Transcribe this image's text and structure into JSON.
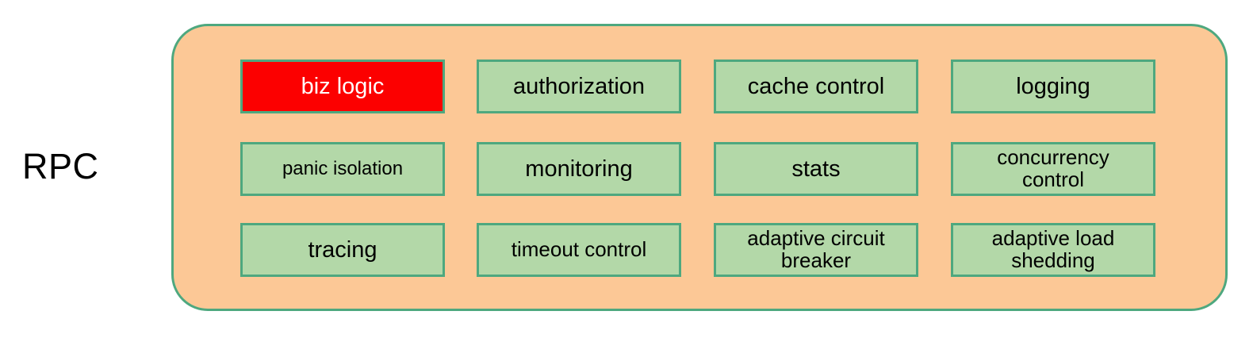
{
  "diagram": {
    "caption": "RPC",
    "container": {
      "fill_color": "#fcc896",
      "border_color": "#4ea87f"
    },
    "box_style": {
      "fill_color": "#b3d8a8",
      "border_color": "#4ea87f",
      "text_color": "#000000",
      "highlight_fill_color": "#fc0000",
      "highlight_text_color": "#ffffff"
    },
    "rows": [
      {
        "boxes": [
          {
            "label": "biz logic",
            "highlighted": true,
            "size": "lg"
          },
          {
            "label": "authorization",
            "highlighted": false,
            "size": "lg"
          },
          {
            "label": "cache control",
            "highlighted": false,
            "size": "lg"
          },
          {
            "label": "logging",
            "highlighted": false,
            "size": "lg"
          }
        ]
      },
      {
        "boxes": [
          {
            "label": "panic isolation",
            "highlighted": false,
            "size": "sm"
          },
          {
            "label": "monitoring",
            "highlighted": false,
            "size": "lg"
          },
          {
            "label": "stats",
            "highlighted": false,
            "size": "lg"
          },
          {
            "label": "concurrency\ncontrol",
            "highlighted": false,
            "size": "md"
          }
        ]
      },
      {
        "boxes": [
          {
            "label": "tracing",
            "highlighted": false,
            "size": "lg"
          },
          {
            "label": "timeout control",
            "highlighted": false,
            "size": "md"
          },
          {
            "label": "adaptive circuit\nbreaker",
            "highlighted": false,
            "size": "md"
          },
          {
            "label": "adaptive load\nshedding",
            "highlighted": false,
            "size": "md"
          }
        ]
      }
    ]
  }
}
